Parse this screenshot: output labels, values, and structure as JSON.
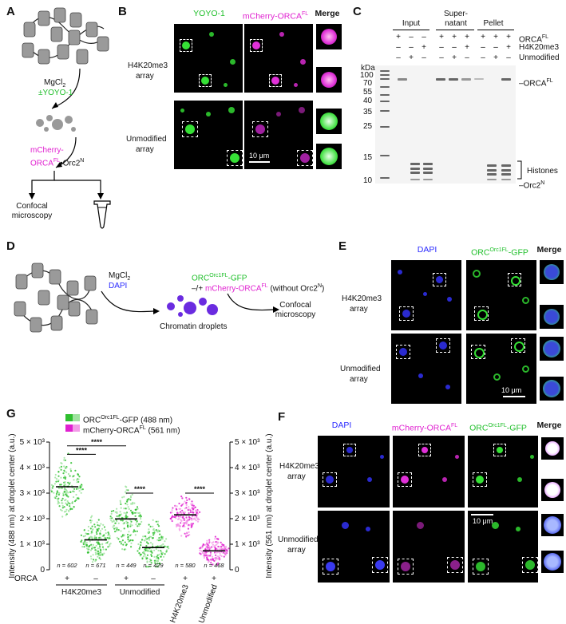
{
  "panels": {
    "A": {
      "label": "A",
      "step1": "MgCl",
      "step1_sub": "2",
      "step1b": "±YOYO-1",
      "reagent_line1": "mCherry-",
      "reagent_line2a": "ORCA",
      "reagent_line2a_sup": "FL",
      "reagent_line2b": "•Orc2",
      "reagent_line2b_sup": "N",
      "out1": "Confocal",
      "out2": "microscopy"
    },
    "B": {
      "label": "B",
      "col1": "YOYO-1",
      "col2": "mCherry-ORCA",
      "col2_sup": "FL",
      "col3": "Merge",
      "row1a": "H4K20me3",
      "row1b": "array",
      "row2a": "Unmodified",
      "row2b": "array",
      "scale": "10 μm"
    },
    "C": {
      "label": "C",
      "groups": [
        "Input",
        "Super-",
        "natant",
        "Pellet"
      ],
      "row_labels": [
        "ORCA",
        "H4K20me3",
        "Unmodified"
      ],
      "row_label_sup": "FL",
      "signs_row1": [
        "+",
        "–",
        "–",
        "+",
        "+",
        "+",
        "+",
        "+",
        "+"
      ],
      "signs_row2": [
        "–",
        "–",
        "+",
        "–",
        "–",
        "+",
        "–",
        "–",
        "+"
      ],
      "signs_row3": [
        "–",
        "+",
        "–",
        "–",
        "+",
        "–",
        "–",
        "+",
        "–"
      ],
      "kda": "kDa",
      "markers": [
        "100",
        "70",
        "55",
        "40",
        "35",
        "25",
        "15",
        "10"
      ],
      "band_orca": "ORCA",
      "band_orca_sup": "FL",
      "band_histones": "Histones",
      "band_orc2": "Orc2",
      "band_orc2_sup": "N"
    },
    "D": {
      "label": "D",
      "step1": "MgCl",
      "step1_sub": "2",
      "step1b": "DAPI",
      "reagent1": "ORC",
      "reagent1_sup": "Orc1FL",
      "reagent1_tail": "-GFP",
      "reagent2_pre": "–/+ ",
      "reagent2": "mCherry-ORCA",
      "reagent2_sup": "FL",
      "reagent2_tail": " (without Orc2",
      "reagent2_tail_sup": "N",
      "reagent2_end": ")",
      "droplets": "Chromatin droplets",
      "out1": "Confocal",
      "out2": "microscopy"
    },
    "E": {
      "label": "E",
      "col1": "DAPI",
      "col2": "ORC",
      "col2_sup": "Orc1FL",
      "col2_tail": "-GFP",
      "col3": "Merge",
      "row1a": "H4K20me3",
      "row1b": "array",
      "row2a": "Unmodified",
      "row2b": "array",
      "scale": "10 μm"
    },
    "F": {
      "label": "F",
      "col1": "DAPI",
      "col2": "mCherry-ORCA",
      "col2_sup": "FL",
      "col3": "ORC",
      "col3_sup": "Orc1FL",
      "col3_tail": "-GFP",
      "col4": "Merge",
      "row1a": "H4K20me3",
      "row1b": "array",
      "row2a": "Unmodified",
      "row2b": "array",
      "scale": "10 μm"
    },
    "G": {
      "label": "G",
      "legend1": "ORC",
      "legend1_sup": "Orc1FL",
      "legend1_tail": "-GFP (488 nm)",
      "legend2": "mCherry-ORCA",
      "legend2_sup": "FL",
      "legend2_tail": " (561 nm)",
      "ylabel_left": "Intensity (488 nm) at droplet center (a.u.)",
      "ylabel_right": "Intensity (561 nm) at droplet center (a.u.)",
      "orca_label": "ORCA",
      "orca_signs": [
        "+",
        "–",
        "+",
        "–",
        "+",
        "+"
      ],
      "group1": "H4K20me3",
      "group2": "Unmodified",
      "group3": "H4K20me3",
      "group4": "Unmodified",
      "significance": [
        "****",
        "****",
        "****",
        "****"
      ]
    }
  },
  "chart_data": {
    "type": "scatter",
    "ylim": [
      0,
      5000
    ],
    "yticks": [
      "0",
      "1 × 10³",
      "2 × 10³",
      "3 × 10³",
      "4 × 10³",
      "5 × 10³"
    ],
    "colors": {
      "green": "#2fbf2f",
      "green_light": "#9ee39e",
      "magenta": "#e020d0",
      "magenta_light": "#f39be8"
    },
    "series": [
      {
        "name": "ORCOrc1FL-GFP (488 nm)",
        "group": "H4K20me3",
        "orca": "+",
        "n": "n = 602",
        "mean": 3250,
        "spread": 500
      },
      {
        "name": "ORCOrc1FL-GFP (488 nm)",
        "group": "H4K20me3",
        "orca": "–",
        "n": "n = 671",
        "mean": 1170,
        "spread": 380
      },
      {
        "name": "ORCOrc1FL-GFP (488 nm)",
        "group": "Unmodified",
        "orca": "+",
        "n": "n = 449",
        "mean": 1990,
        "spread": 550
      },
      {
        "name": "ORCOrc1FL-GFP (488 nm)",
        "group": "Unmodified",
        "orca": "–",
        "n": "n = 429",
        "mean": 870,
        "spread": 420
      },
      {
        "name": "mCherry-ORCAFL (561 nm)",
        "group": "H4K20me3",
        "orca": "+",
        "n": "n = 580",
        "mean": 2150,
        "spread": 330
      },
      {
        "name": "mCherry-ORCAFL (561 nm)",
        "group": "Unmodified",
        "orca": "+",
        "n": "n = 468",
        "mean": 740,
        "spread": 230
      }
    ]
  }
}
